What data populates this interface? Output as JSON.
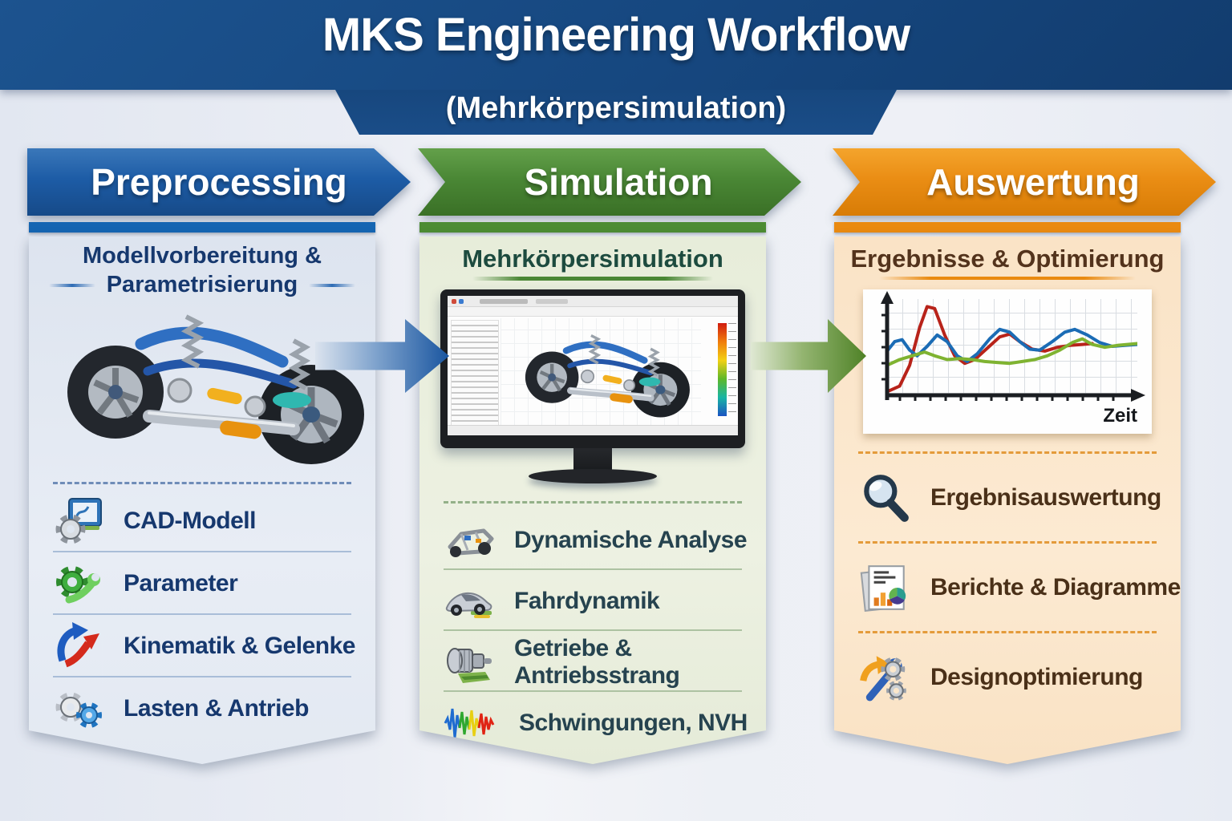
{
  "title": {
    "main": "MKS Engineering Workflow",
    "subtitle": "(Mehrkörpersimulation)"
  },
  "columns": [
    {
      "id": "preprocessing",
      "header": "Preprocessing",
      "subtitle_line1": "Modellvorbereitung &",
      "subtitle_line2": "Parametrisierung",
      "accent_color": "#1d5ca6",
      "bar_color": "#1565b2",
      "illustration": "suspension-axle-3d-render",
      "items": [
        {
          "icon": "cad-model-icon",
          "label": "CAD-Modell"
        },
        {
          "icon": "parameter-gear-wrench-icon",
          "label": "Parameter"
        },
        {
          "icon": "kinematics-arrows-icon",
          "label": "Kinematik & Gelenke"
        },
        {
          "icon": "loads-gears-icon",
          "label": "Lasten & Antrieb"
        }
      ]
    },
    {
      "id": "simulation",
      "header": "Simulation",
      "subtitle": "Mehrkörpersimulation",
      "accent_color": "#4a8735",
      "bar_color": "#4d8c33",
      "illustration": "monitor-with-mbs-software",
      "items": [
        {
          "icon": "chassis-icon",
          "label": "Dynamische Analyse"
        },
        {
          "icon": "car-icon",
          "label": "Fahrdynamik"
        },
        {
          "icon": "gearbox-icon",
          "label": "Getriebe & Antriebsstrang"
        },
        {
          "icon": "waveform-icon",
          "label": "Schwingungen, NVH"
        }
      ]
    },
    {
      "id": "auswertung",
      "header": "Auswertung",
      "subtitle": "Ergebnisse & Optimierung",
      "accent_color": "#ea8d14",
      "bar_color": "#ea8a10",
      "illustration": "time-response-chart",
      "items": [
        {
          "icon": "magnifier-icon",
          "label": "Ergebnisauswertung"
        },
        {
          "icon": "report-charts-icon",
          "label": "Berichte & Diagramme"
        },
        {
          "icon": "design-optimization-icon",
          "label": "Designoptimierung"
        }
      ]
    }
  ],
  "chart_data": {
    "type": "line",
    "title": "",
    "xlabel": "Zeit",
    "ylabel": "",
    "x_range": [
      0,
      100
    ],
    "y_range": [
      0,
      1
    ],
    "grid": true,
    "legend": "none",
    "series": [
      {
        "color": "#b8231a",
        "points": [
          [
            0,
            0.02
          ],
          [
            5,
            0.08
          ],
          [
            9,
            0.3
          ],
          [
            13,
            0.7
          ],
          [
            16,
            0.92
          ],
          [
            19,
            0.9
          ],
          [
            23,
            0.62
          ],
          [
            27,
            0.4
          ],
          [
            31,
            0.32
          ],
          [
            35,
            0.36
          ],
          [
            40,
            0.48
          ],
          [
            45,
            0.6
          ],
          [
            49,
            0.63
          ],
          [
            53,
            0.55
          ],
          [
            58,
            0.47
          ],
          [
            63,
            0.45
          ],
          [
            68,
            0.49
          ],
          [
            73,
            0.51
          ],
          [
            78,
            0.52
          ],
          [
            82,
            0.53
          ]
        ]
      },
      {
        "color": "#1b6cb5",
        "points": [
          [
            0,
            0.45
          ],
          [
            3,
            0.55
          ],
          [
            6,
            0.57
          ],
          [
            9,
            0.46
          ],
          [
            12,
            0.4
          ],
          [
            16,
            0.5
          ],
          [
            20,
            0.62
          ],
          [
            24,
            0.55
          ],
          [
            28,
            0.4
          ],
          [
            32,
            0.34
          ],
          [
            36,
            0.42
          ],
          [
            41,
            0.58
          ],
          [
            45,
            0.68
          ],
          [
            49,
            0.65
          ],
          [
            53,
            0.55
          ],
          [
            57,
            0.47
          ],
          [
            61,
            0.46
          ],
          [
            66,
            0.55
          ],
          [
            71,
            0.65
          ],
          [
            75,
            0.68
          ],
          [
            80,
            0.62
          ],
          [
            85,
            0.54
          ],
          [
            90,
            0.5
          ],
          [
            95,
            0.51
          ],
          [
            100,
            0.52
          ]
        ]
      },
      {
        "color": "#7fb331",
        "points": [
          [
            0,
            0.3
          ],
          [
            5,
            0.36
          ],
          [
            10,
            0.4
          ],
          [
            15,
            0.44
          ],
          [
            19,
            0.4
          ],
          [
            24,
            0.36
          ],
          [
            29,
            0.37
          ],
          [
            34,
            0.36
          ],
          [
            39,
            0.34
          ],
          [
            44,
            0.33
          ],
          [
            49,
            0.32
          ],
          [
            54,
            0.34
          ],
          [
            59,
            0.36
          ],
          [
            64,
            0.4
          ],
          [
            69,
            0.46
          ],
          [
            74,
            0.54
          ],
          [
            78,
            0.58
          ],
          [
            82,
            0.52
          ],
          [
            87,
            0.49
          ],
          [
            92,
            0.51
          ],
          [
            100,
            0.53
          ]
        ]
      }
    ]
  }
}
